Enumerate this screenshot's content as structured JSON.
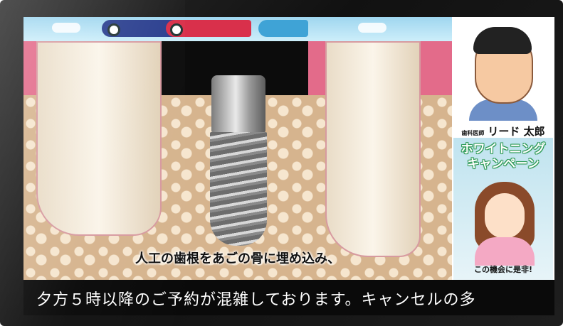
{
  "caption": "人工の歯根をあごの骨に埋め込み、",
  "ticker": "夕方５時以降のご予約が混雑しております。キャンセルの多",
  "doctor": {
    "role": "歯科医師",
    "name": "リード 太郎"
  },
  "promo": {
    "title_line1": "ホワイトニング",
    "title_line2": "キャンペーン",
    "footer": "この機会に是非!"
  },
  "colors": {
    "gum": "#e36b8a",
    "bone": "#d6b48e",
    "ticker_bg": "#0a0a0a",
    "promo_accent": "#2e9a56"
  },
  "icons": [
    "koinobori-banner-icon",
    "doctor-portrait-icon",
    "woman-portrait-icon",
    "dental-implant-icon"
  ]
}
